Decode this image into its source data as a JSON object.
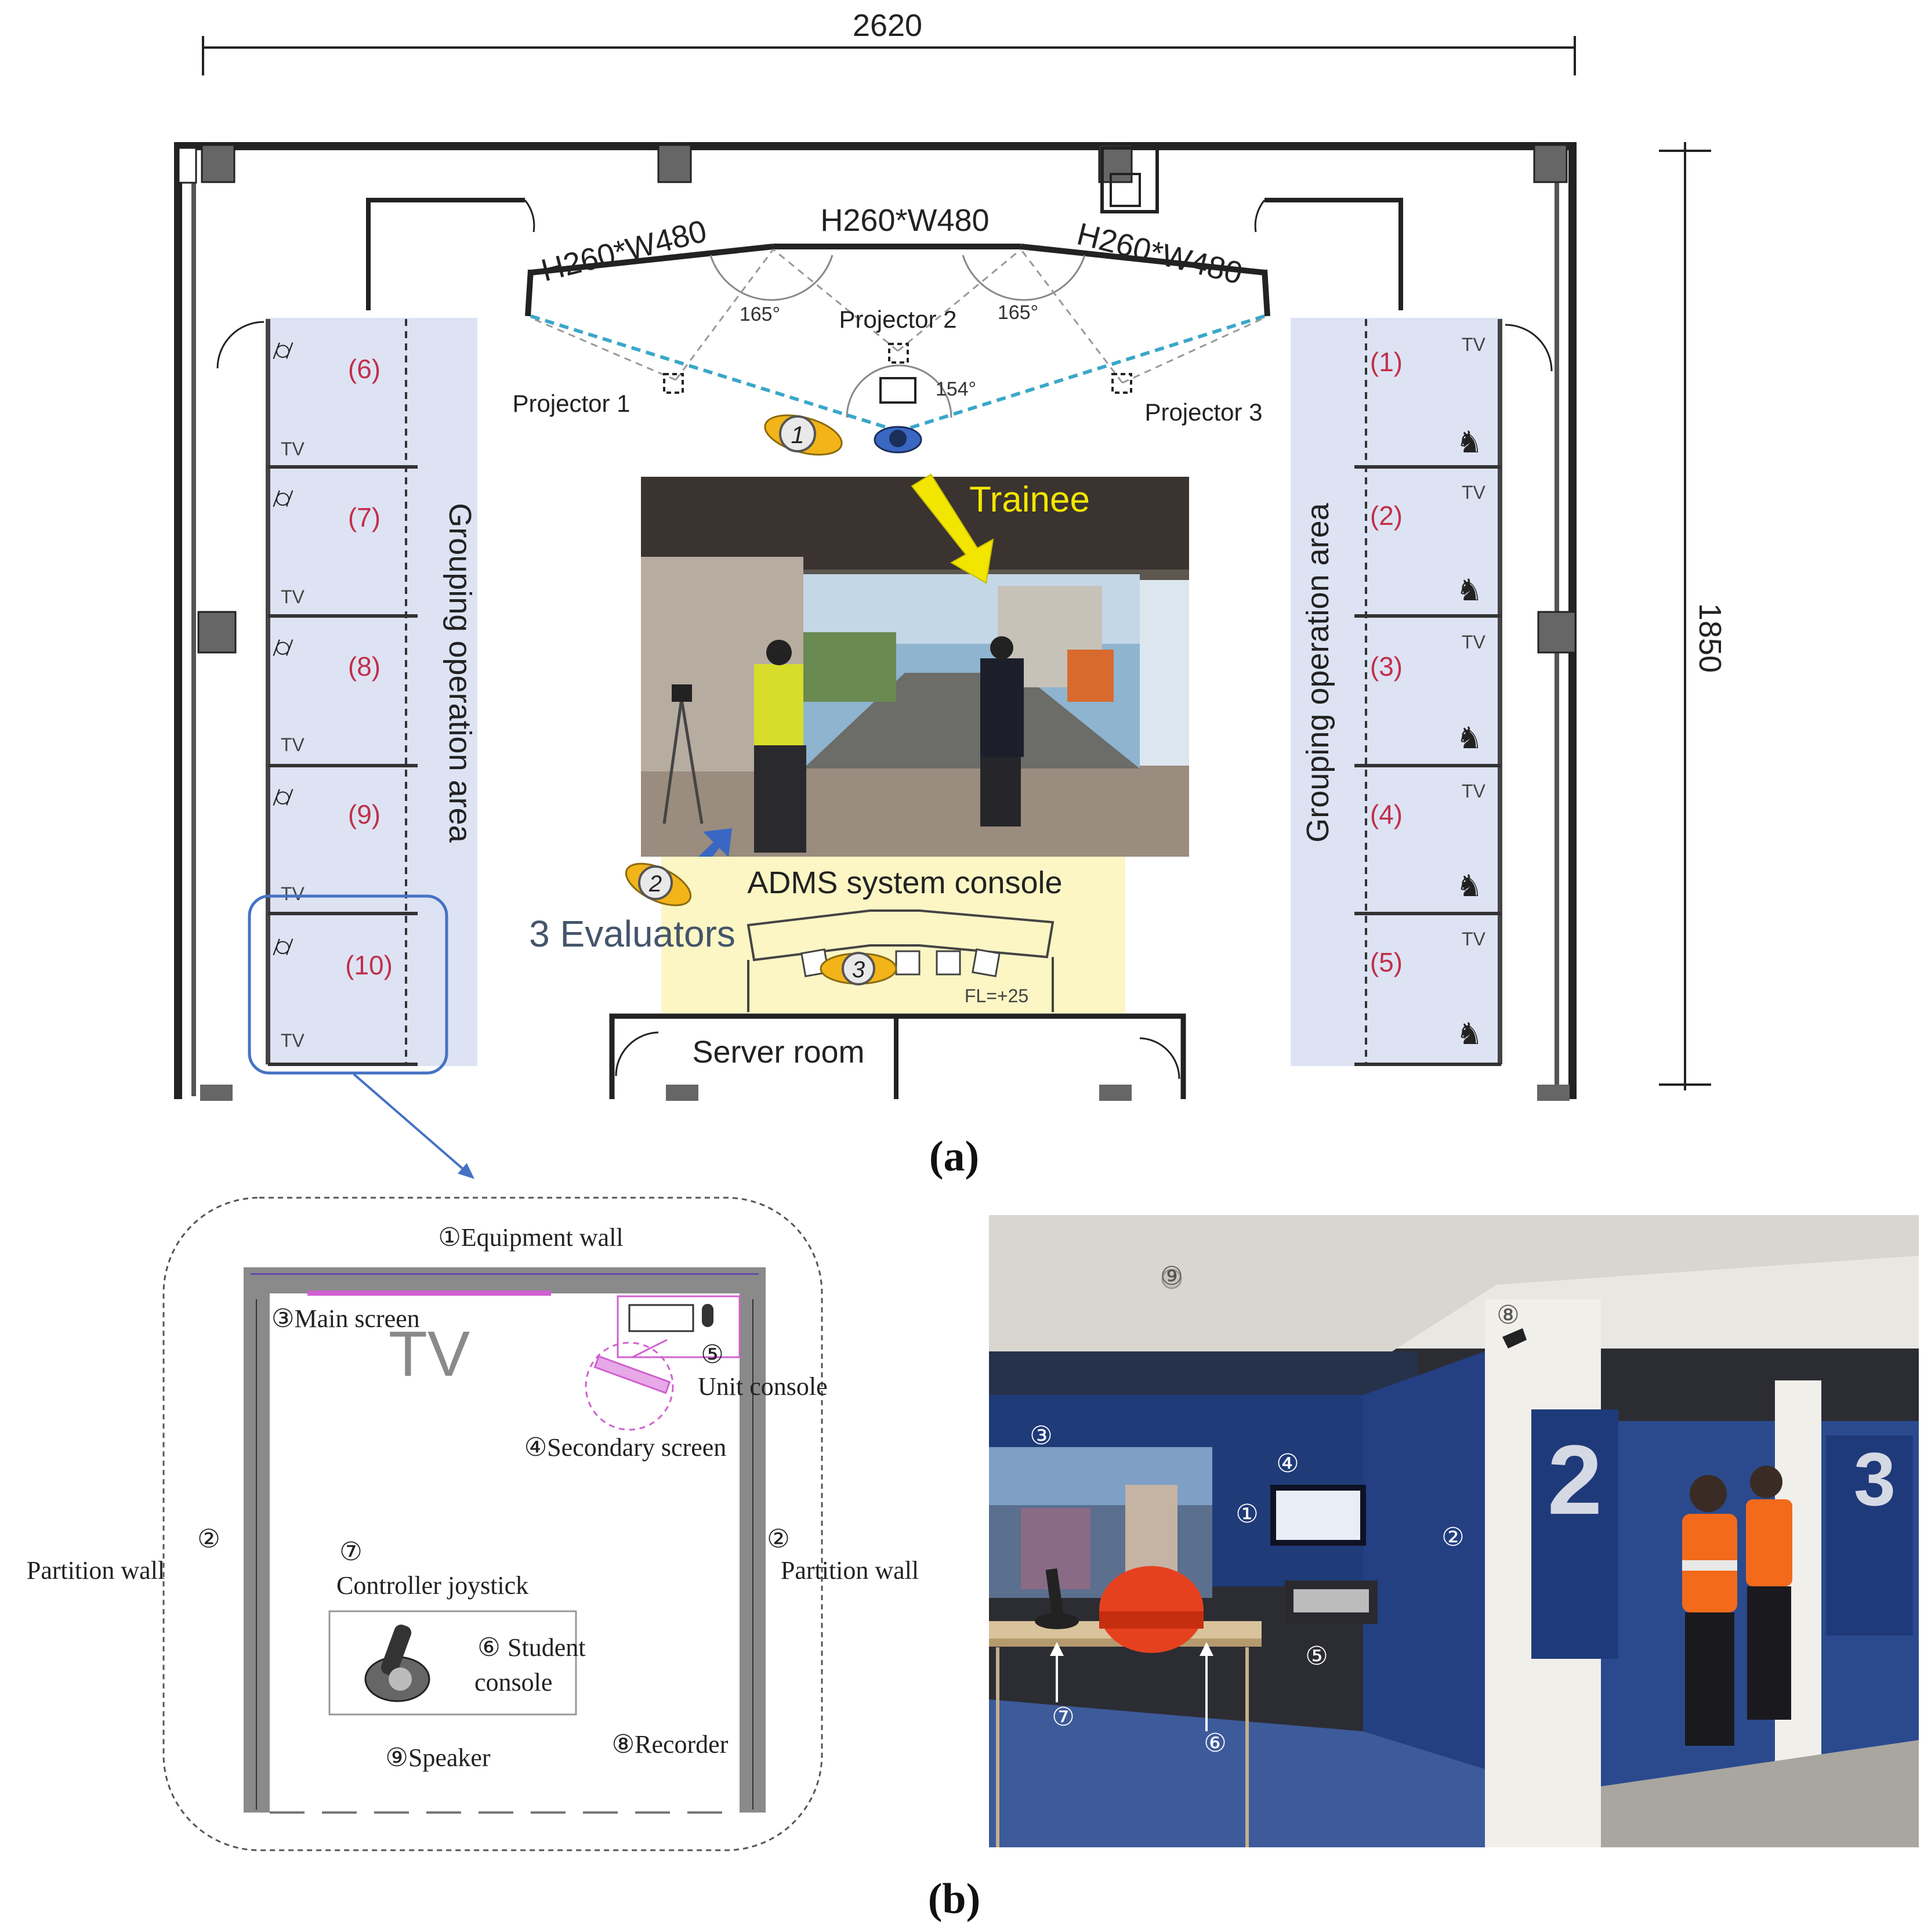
{
  "plan": {
    "width_dim": "2620",
    "height_dim": "1850",
    "screen_left": "H260*W480",
    "screen_center": "H260*W480",
    "screen_right": "H260*W480",
    "angle_left": "165°",
    "angle_right": "165°",
    "angle_bottom": "154°",
    "projector_1": "Projector 1",
    "projector_2": "Projector 2",
    "projector_3": "Projector 3",
    "grouping_left": "Grouping operation area",
    "grouping_right": "Grouping operation area",
    "tv": "TV",
    "rooms_left": [
      "(6)",
      "(7)",
      "(8)",
      "(9)",
      "(10)"
    ],
    "rooms_right": [
      "(1)",
      "(2)",
      "(3)",
      "(4)",
      "(5)"
    ],
    "trainee": "Trainee",
    "admin_console": "ADMS system console",
    "evaluators": "3 Evaluators",
    "floor_level": "FL=+25",
    "server_room": "Server room",
    "badge_1": "1",
    "badge_2": "2",
    "badge_3": "3",
    "caption": "(a)"
  },
  "detail": {
    "equipment_wall": "①Equipment wall",
    "main_screen": "③Main screen",
    "tv_big": "TV",
    "unit_console_num": "⑤",
    "unit_console": "Unit console",
    "secondary_screen": "④Secondary screen",
    "partition_left_num": "②",
    "partition_left": "Partition wall",
    "partition_right_num": "②",
    "partition_right": "Partition wall",
    "joystick_num": "⑦",
    "joystick": "Controller joystick",
    "student_num": "⑥",
    "student_1": "Student",
    "student_2": "console",
    "speaker": "⑨Speaker",
    "recorder": "⑧Recorder"
  },
  "photo": {
    "marker_9": "⑨",
    "marker_8": "⑧",
    "marker_3": "③",
    "marker_4": "④",
    "marker_1": "①",
    "marker_2": "②",
    "marker_5": "⑤",
    "marker_7": "⑦",
    "marker_6": "⑥",
    "panel_2": "2",
    "panel_3": "3"
  },
  "caption_b": "(b)",
  "colors": {
    "zone_blue": "#dde3f3",
    "zone_yellow": "#fbf6c4",
    "room_number": "#c0304a",
    "highlight_blue": "#4472c4",
    "badge_orange": "#f2b418",
    "cyan_beam": "#3aa7c9",
    "magenta": "#d060d0",
    "trainee_yellow": "#f2e600",
    "evaluator_text": "#44546a"
  }
}
